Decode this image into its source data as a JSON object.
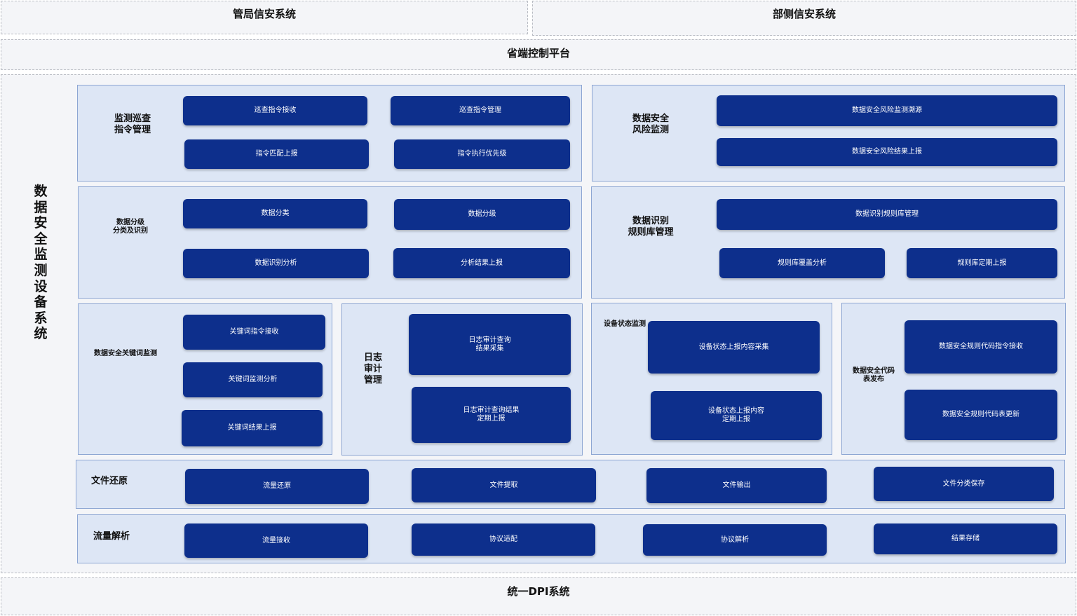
{
  "top": {
    "left_system": "管局信安系统",
    "right_system": "部侧信安系统",
    "platform": "省端控制平台",
    "bottom_system": "统一DPI系统"
  },
  "main_title": "数据安全监测设备系统",
  "modules": {
    "patrol": {
      "title": "监测巡查\n指令管理",
      "items": [
        "巡查指令接收",
        "巡查指令管理",
        "指令匹配上报",
        "指令执行优先级"
      ]
    },
    "risk": {
      "title": "数据安全\n风险监测",
      "items": [
        "数据安全风险监测溯源",
        "数据安全风险结果上报"
      ]
    },
    "classify": {
      "title": "数据分级\n分类及识别",
      "items": [
        "数据分类",
        "数据分级",
        "数据识别分析",
        "分析结果上报"
      ]
    },
    "rules": {
      "title": "数据识别\n规则库管理",
      "items": [
        "数据识别规则库管理",
        "规则库覆盖分析",
        "规则库定期上报"
      ]
    },
    "keyword": {
      "title": "数据安全关键词监测",
      "items": [
        "关键词指令接收",
        "关键词监测分析",
        "关键词结果上报"
      ]
    },
    "log": {
      "title": "日志\n审计\n管理",
      "items": [
        "日志审计查询\n结果采集",
        "日志审计查询结果\n定期上报"
      ]
    },
    "device": {
      "title": "设备状态监测",
      "items": [
        "设备状态上报内容采集",
        "设备状态上报内容\n定期上报"
      ]
    },
    "code": {
      "title": "数据安全代码\n表发布",
      "items": [
        "数据安全规则代码指令接收",
        "数据安全规则代码表更新"
      ]
    },
    "file": {
      "title": "文件还原",
      "items": [
        "流量还原",
        "文件提取",
        "文件输出",
        "文件分类保存"
      ]
    },
    "traffic": {
      "title": "流量解析",
      "items": [
        "流量接收",
        "协议适配",
        "协议解析",
        "结果存储"
      ]
    }
  }
}
